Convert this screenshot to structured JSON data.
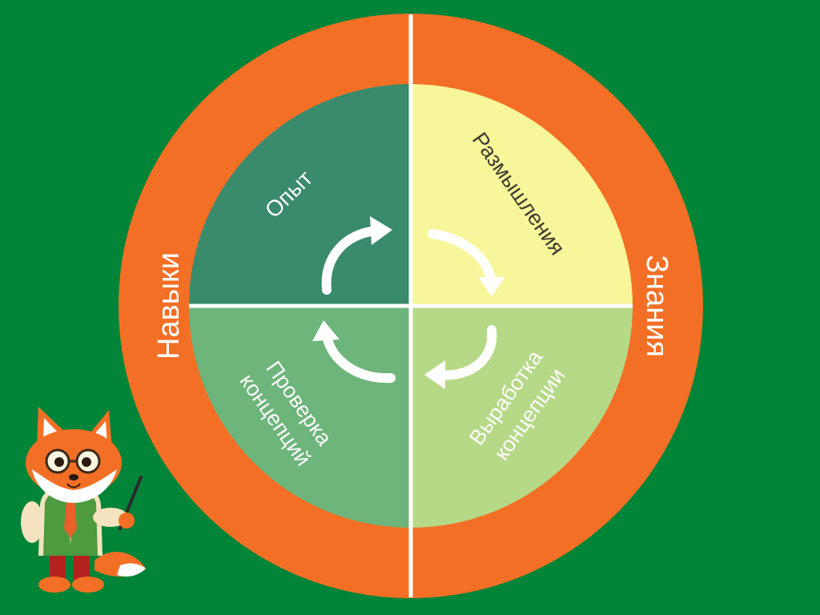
{
  "diagram": {
    "outer_ring": {
      "left_label": "Навыки",
      "right_label": "Знания"
    },
    "quadrants": [
      {
        "id": "experience",
        "lines": [
          "Опыт"
        ]
      },
      {
        "id": "reflection",
        "lines": [
          "Размышления"
        ]
      },
      {
        "id": "concept",
        "lines": [
          "Выработка",
          "концепции"
        ]
      },
      {
        "id": "testing",
        "lines": [
          "Проверка",
          "концепций"
        ]
      }
    ],
    "colors": {
      "background": "#008437",
      "ring": "#F36F25",
      "experience": "#3A8A6C",
      "reflection": "#F8F69A",
      "concept": "#B6D987",
      "testing": "#6DB57A",
      "arrows": "#FFFFFF"
    },
    "mascot": "fox-teacher-with-pointer"
  }
}
